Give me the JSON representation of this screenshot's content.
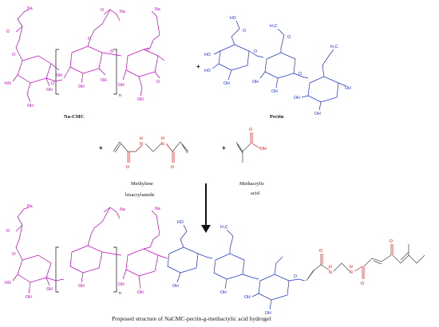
{
  "labels": {
    "na_cmc": "Na-CMC",
    "pectin": "Pectin",
    "methylene_line1": "Methylene",
    "methylene_line2": "bisacrylamide",
    "methacrylic_line1": "Methacrylic",
    "methacrylic_line2": "acid",
    "plus": "+",
    "caption": "Proposed structure of NaCMC-pectin-g-methacrylic acid hydrogel"
  },
  "atoms": {
    "na": "Na",
    "o": "O",
    "oh": "OH",
    "ho": "HO",
    "hoo": "HO",
    "ch3": "H₃C",
    "n_sub": "n",
    "h": "H",
    "n": "N"
  },
  "colors": {
    "cmc": "#c000c0",
    "pectin": "#1a2fd0",
    "heteroatom": "#e01010",
    "bond": "#444444"
  }
}
